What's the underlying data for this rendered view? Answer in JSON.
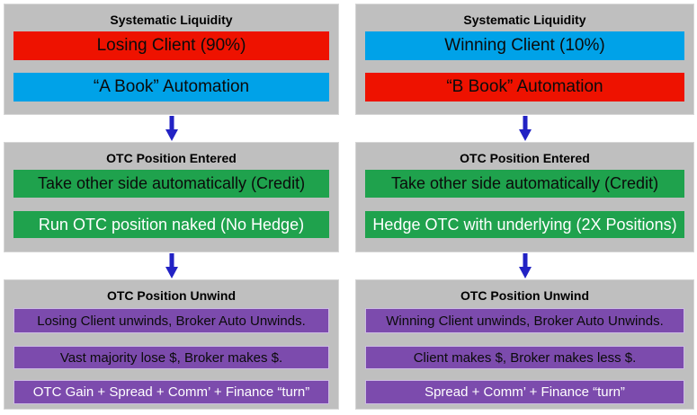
{
  "colors": {
    "panel_gray": "#bfbfbf",
    "red": "#ee1200",
    "blue": "#00a2e8",
    "green": "#1fa24d",
    "purple": "#7c4bad",
    "arrow_blue": "#2222c4",
    "black": "#0b0b0b",
    "white": "#ffffff"
  },
  "columns": [
    {
      "stages": [
        {
          "title": "Systematic Liquidity",
          "bars": [
            {
              "text": "Losing Client (90%)"
            },
            {
              "text": "“A Book” Automation"
            }
          ]
        },
        {
          "title": "OTC Position Entered",
          "bars": [
            {
              "text": "Take other side automatically (Credit)"
            },
            {
              "text": "Run OTC position naked (No Hedge)"
            }
          ]
        },
        {
          "title": "OTC Position Unwind",
          "bars": [
            {
              "text": "Losing Client unwinds, Broker Auto Unwinds."
            },
            {
              "text": "Vast majority lose $, Broker makes $."
            },
            {
              "text": "OTC Gain + Spread + Comm’ + Finance “turn”"
            }
          ]
        }
      ]
    },
    {
      "stages": [
        {
          "title": "Systematic Liquidity",
          "bars": [
            {
              "text": "Winning Client (10%)"
            },
            {
              "text": "“B Book” Automation"
            }
          ]
        },
        {
          "title": "OTC Position Entered",
          "bars": [
            {
              "text": "Take other side automatically (Credit)"
            },
            {
              "text": "Hedge OTC with underlying (2X Positions)"
            }
          ]
        },
        {
          "title": "OTC Position Unwind",
          "bars": [
            {
              "text": "Winning Client unwinds, Broker Auto Unwinds."
            },
            {
              "text": "Client makes $, Broker makes less $."
            },
            {
              "text": "Spread + Comm’ + Finance “turn”"
            }
          ]
        }
      ]
    }
  ]
}
